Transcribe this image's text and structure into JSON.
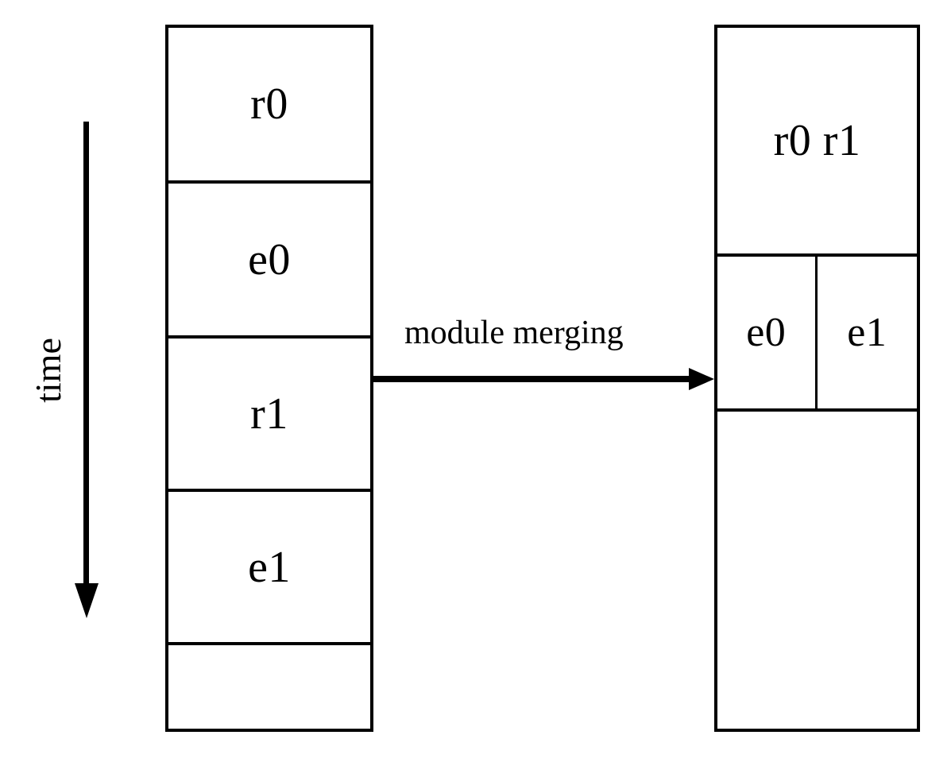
{
  "diagram": {
    "title": "module merging",
    "axis_label": "time",
    "stroke_color": "#000000",
    "fill_color": "#ffffff",
    "left_column": {
      "name": "sequential-schedule",
      "cells": [
        {
          "label": "r0",
          "empty": false
        },
        {
          "label": "e0",
          "empty": false
        },
        {
          "label": "r1",
          "empty": false
        },
        {
          "label": "e1",
          "empty": false
        },
        {
          "label": "",
          "empty": true
        }
      ]
    },
    "right_column": {
      "name": "merged-schedule",
      "cells": [
        {
          "label": "r0 r1",
          "empty": false,
          "split": false
        },
        {
          "label": "",
          "empty": false,
          "split": true,
          "left_label": "e0",
          "right_label": "e1"
        },
        {
          "label": "",
          "empty": true,
          "split": false
        }
      ]
    },
    "arrow": {
      "label": "module merging",
      "direction": "right"
    }
  }
}
